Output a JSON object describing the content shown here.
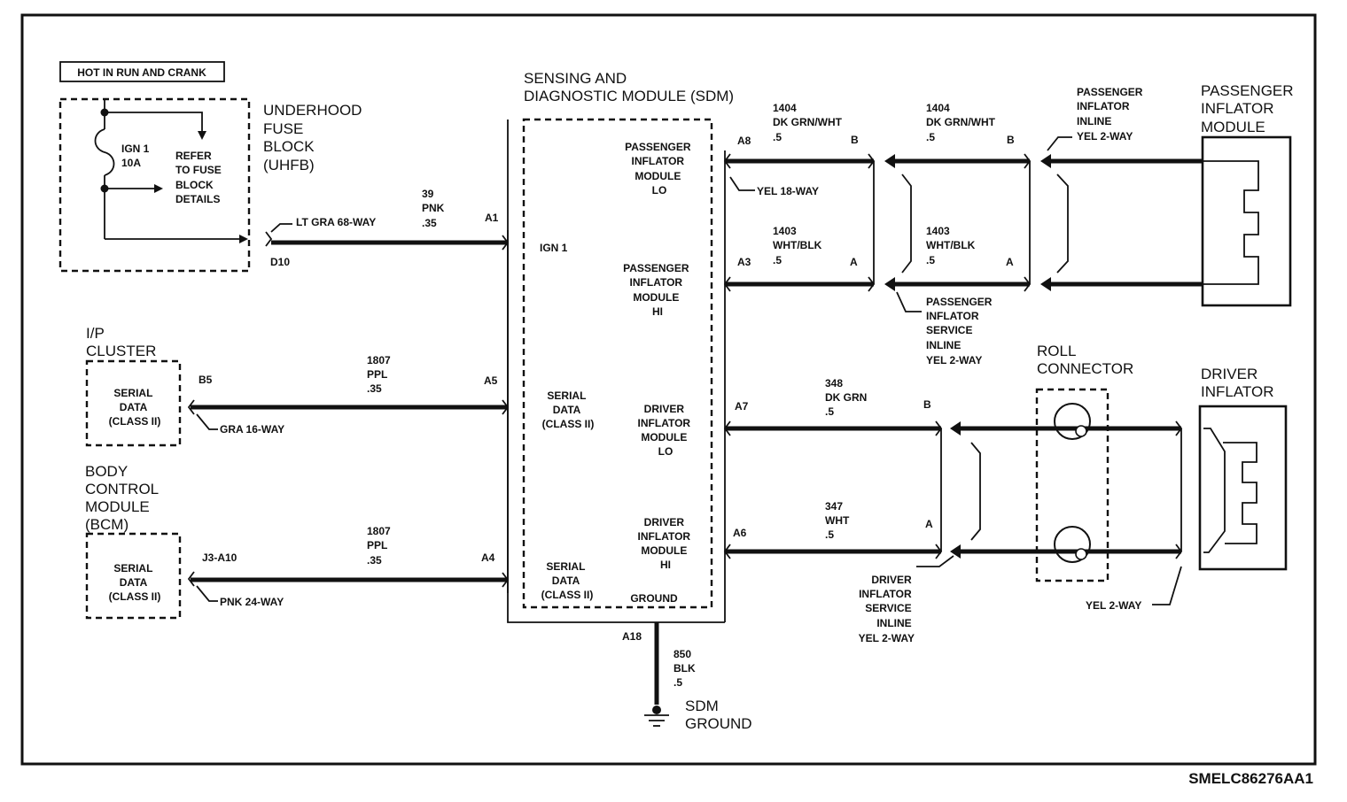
{
  "diagram": {
    "figure_id": "SMELC86276AA1",
    "hot_label": "HOT IN RUN AND CRANK",
    "fuse_block": {
      "title_lines": [
        "UNDERHOOD",
        "FUSE",
        "BLOCK",
        "(UHFB)"
      ],
      "fuse_lines": [
        "IGN 1",
        "10A"
      ],
      "refer_lines": [
        "REFER",
        "TO FUSE",
        "BLOCK",
        "DETAILS"
      ],
      "connector": "LT GRA 68-WAY",
      "pin": "D10"
    },
    "ign_wire": {
      "lines": [
        "39",
        "PNK",
        ".35"
      ],
      "pin": "A1"
    },
    "sdm": {
      "title_lines": [
        "SENSING AND",
        "DIAGNOSTIC MODULE (SDM)"
      ],
      "ign1": "IGN 1",
      "pass_lo_lines": [
        "PASSENGER",
        "INFLATOR",
        "MODULE",
        "LO"
      ],
      "pass_hi_lines": [
        "PASSENGER",
        "INFLATOR",
        "MODULE",
        "HI"
      ],
      "serial1_lines": [
        "SERIAL",
        "DATA",
        "(CLASS II)"
      ],
      "driver_lo_lines": [
        "DRIVER",
        "INFLATOR",
        "MODULE",
        "LO"
      ],
      "driver_hi_lines": [
        "DRIVER",
        "INFLATOR",
        "MODULE",
        "HI"
      ],
      "serial2_lines": [
        "SERIAL",
        "DATA",
        "(CLASS II)"
      ],
      "ground": "GROUND",
      "pins": {
        "a8": "A8",
        "a3": "A3",
        "a7": "A7",
        "a6": "A6",
        "a5": "A5",
        "a4": "A4",
        "a18": "A18"
      },
      "connector": "YEL 18-WAY"
    },
    "ip_cluster": {
      "title_lines": [
        "I/P",
        "CLUSTER"
      ],
      "box_lines": [
        "SERIAL",
        "DATA",
        "(CLASS II)"
      ],
      "pin": "B5",
      "connector": "GRA 16-WAY",
      "wire_lines": [
        "1807",
        "PPL",
        ".35"
      ]
    },
    "bcm": {
      "title_lines": [
        "BODY",
        "CONTROL",
        "MODULE",
        "(BCM)"
      ],
      "box_lines": [
        "SERIAL",
        "DATA",
        "(CLASS II)"
      ],
      "pin": "J3-A10",
      "connector": "PNK 24-WAY",
      "wire_lines": [
        "1807",
        "PPL",
        ".35"
      ]
    },
    "pass_wires": {
      "w1404_lines": [
        "1404",
        "DK GRN/WHT",
        ".5"
      ],
      "w1403_lines": [
        "1403",
        "WHT/BLK",
        ".5"
      ],
      "pin_b": "B",
      "pin_a": "A",
      "service_inline_lines": [
        "PASSENGER",
        "INFLATOR",
        "SERVICE",
        "INLINE",
        "YEL 2-WAY"
      ],
      "inline_lines": [
        "PASSENGER",
        "INFLATOR",
        "INLINE",
        "YEL 2-WAY"
      ]
    },
    "pass_module": {
      "title_lines": [
        "PASSENGER",
        "INFLATOR",
        "MODULE"
      ]
    },
    "driver_wires": {
      "w348_lines": [
        "348",
        "DK GRN",
        ".5"
      ],
      "w347_lines": [
        "347",
        "WHT",
        ".5"
      ],
      "pin_b": "B",
      "pin_a": "A",
      "service_inline_lines": [
        "DRIVER",
        "INFLATOR",
        "SERVICE",
        "INLINE",
        "YEL 2-WAY"
      ],
      "roll_lines": [
        "ROLL",
        "CONNECTOR"
      ],
      "roll_connector": "YEL 2-WAY"
    },
    "driver_inflator": {
      "title_lines": [
        "DRIVER",
        "INFLATOR"
      ]
    },
    "ground": {
      "wire_lines": [
        "850",
        "BLK",
        ".5"
      ],
      "title_lines": [
        "SDM",
        "GROUND"
      ]
    }
  }
}
